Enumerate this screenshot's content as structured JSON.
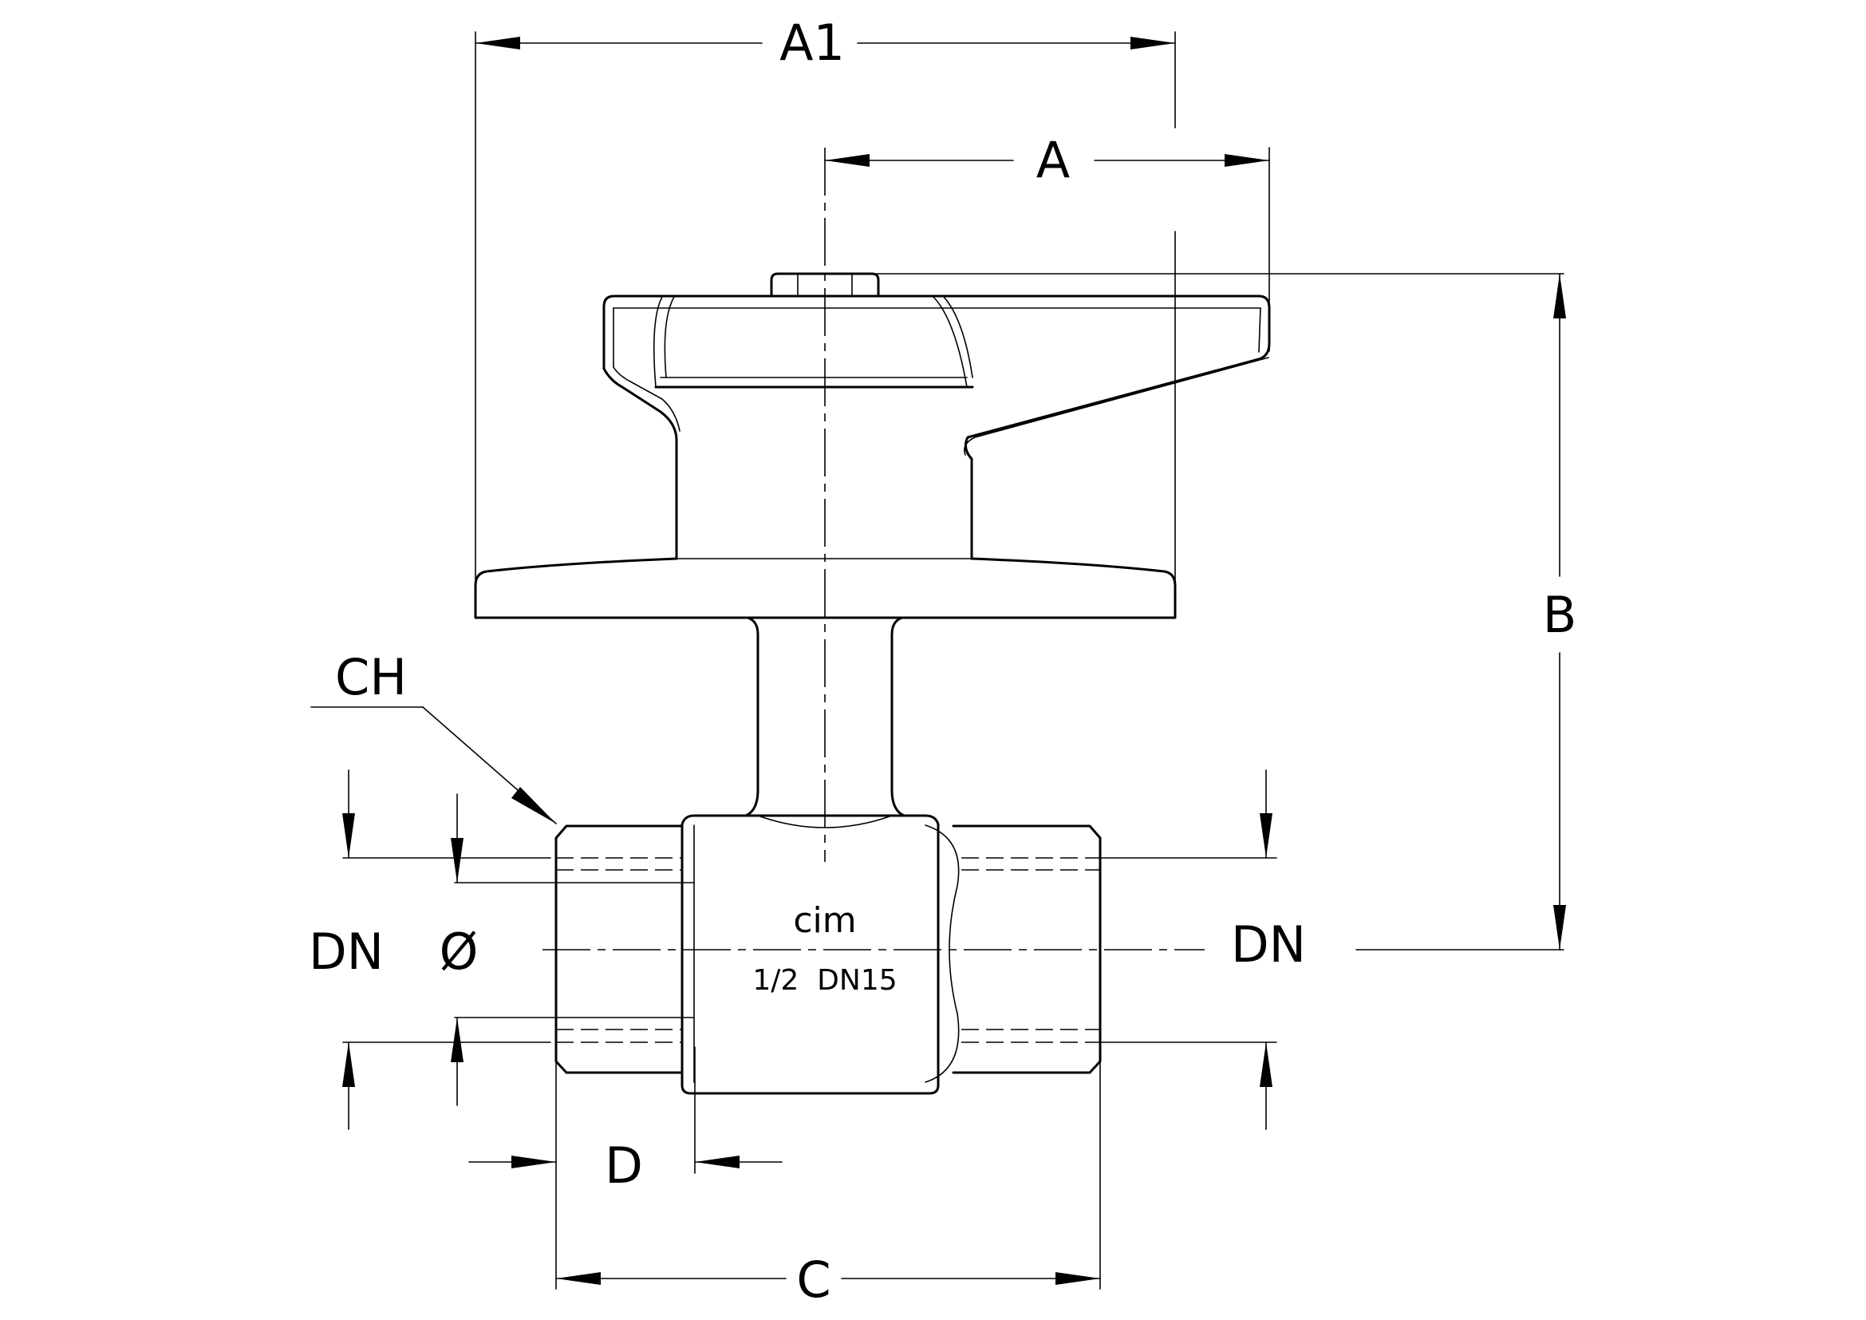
{
  "dimensions": {
    "a1": "A1",
    "a": "A",
    "b": "B",
    "c": "C",
    "d": "D",
    "ch": "CH",
    "dn_left": "DN",
    "diameter": "Ø",
    "dn_right": "DN"
  },
  "body_marking": {
    "brand": "cim",
    "size": "1/2  DN15"
  }
}
